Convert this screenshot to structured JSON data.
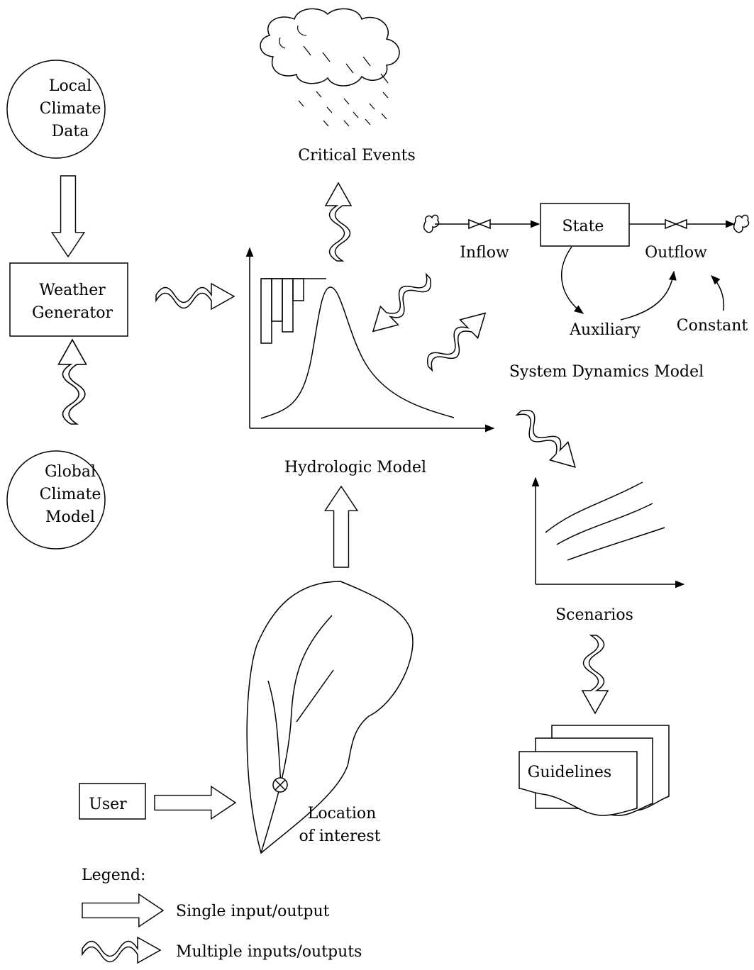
{
  "nodes": {
    "local_climate": [
      "Local",
      "Climate",
      "Data"
    ],
    "weather_generator": [
      "Weather",
      "Generator"
    ],
    "global_climate": [
      "Global",
      "Climate",
      "Model"
    ],
    "critical_events": "Critical Events",
    "hydrologic_model": "Hydrologic Model",
    "state": "State",
    "inflow": "Inflow",
    "outflow": "Outflow",
    "auxiliary": "Auxiliary",
    "constant": "Constant",
    "system_dynamics": "System Dynamics Model",
    "scenarios": "Scenarios",
    "guidelines": "Guidelines",
    "user": "User",
    "location": [
      "Location",
      "of interest"
    ]
  },
  "legend": {
    "title": "Legend:",
    "single": "Single input/output",
    "multiple": "Multiple inputs/outputs"
  }
}
